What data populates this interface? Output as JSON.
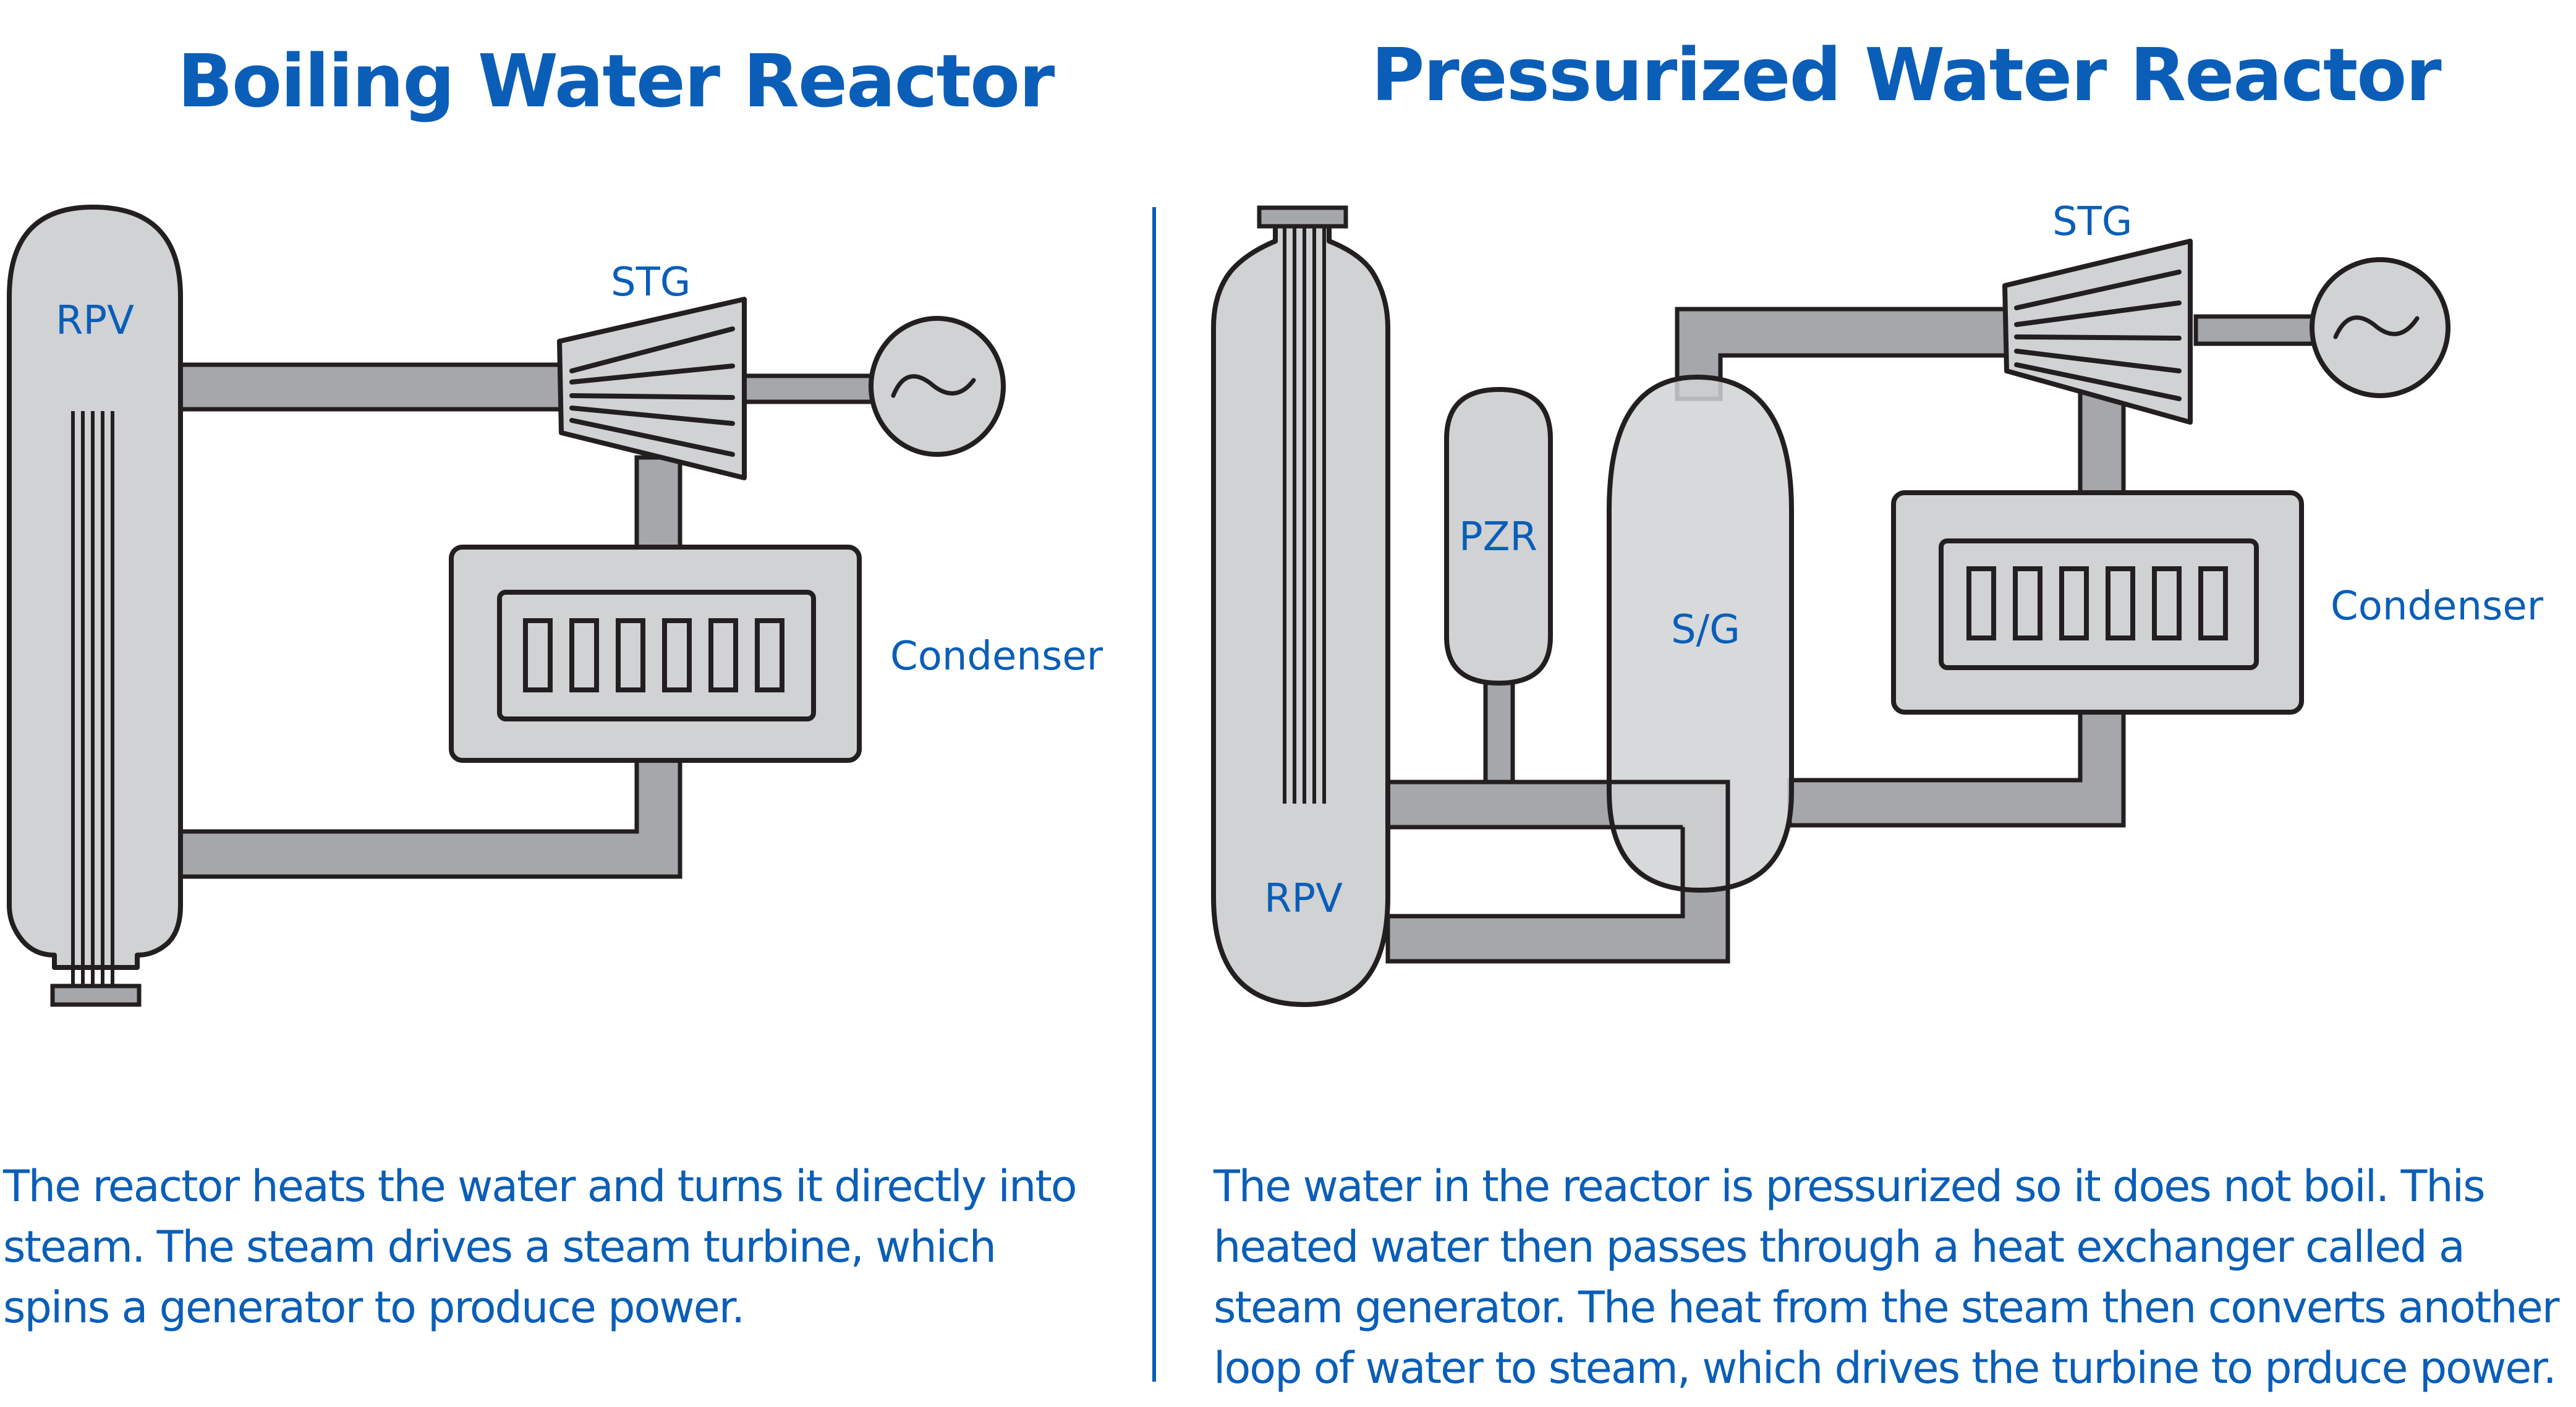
{
  "colors": {
    "brand_blue": "#0a5eb8",
    "component_fill": "#d0d2d4",
    "pipe_fill": "#a5a7aa",
    "outline": "#231f20",
    "background": "#ffffff"
  },
  "bwr": {
    "title": "Boiling Water Reactor",
    "labels": {
      "rpv": "RPV",
      "stg": "STG",
      "condenser": "Condenser"
    },
    "description": [
      "The reactor heats the water and turns it directly into",
      "steam. The steam drives a steam turbine, which",
      "spins a generator to produce power."
    ]
  },
  "pwr": {
    "title": "Pressurized Water Reactor",
    "labels": {
      "rpv": "RPV",
      "pzr": "PZR",
      "sg": "S/G",
      "stg": "STG",
      "condenser": "Condenser"
    },
    "description": [
      "The water in the reactor is pressurized so it does not boil. This",
      "heated water then passes through a heat exchanger called a",
      "steam generator. The heat from the steam then converts another",
      "loop of water to steam, which drives the turbine to prduce power."
    ]
  },
  "icons": {
    "generator": "sine-wave-in-circle"
  }
}
